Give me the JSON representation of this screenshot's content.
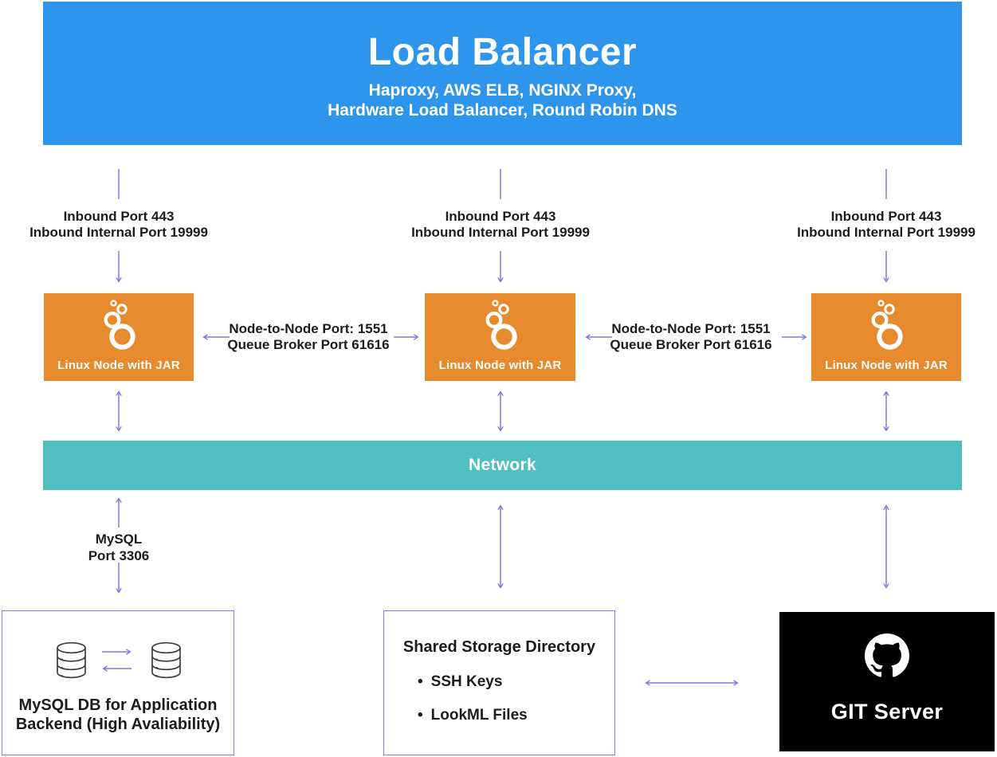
{
  "load_balancer": {
    "title": "Load Balancer",
    "subtitle1": "Haproxy, AWS ELB, NGINX Proxy,",
    "subtitle2": "Hardware Load Balancer, Round Robin DNS"
  },
  "inbound_links": [
    {
      "line1": "Inbound Port 443",
      "line2": "Inbound Internal Port 19999"
    },
    {
      "line1": "Inbound Port 443",
      "line2": "Inbound Internal Port 19999"
    },
    {
      "line1": "Inbound Port 443",
      "line2": "Inbound Internal Port 19999"
    }
  ],
  "nodes": [
    {
      "label": "Linux Node with JAR"
    },
    {
      "label": "Linux Node with JAR"
    },
    {
      "label": "Linux Node with JAR"
    }
  ],
  "node_links": [
    {
      "line1": "Node-to-Node Port: 1551",
      "line2": "Queue Broker Port 61616"
    },
    {
      "line1": "Node-to-Node Port: 1551",
      "line2": "Queue Broker Port 61616"
    }
  ],
  "network": {
    "label": "Network"
  },
  "mysql_link": {
    "line1": "MySQL",
    "line2": "Port 3306"
  },
  "mysql_db": {
    "line1": "MySQL DB for Application",
    "line2": "Backend (High Avaliability)"
  },
  "shared_storage": {
    "title": "Shared Storage Directory",
    "items": [
      "SSH Keys",
      "LookML Files"
    ]
  },
  "git_server": {
    "label": "GIT Server"
  },
  "icons": {
    "node": "looker-logo-icon",
    "database": "database-cylinder-icon",
    "git": "github-octocat-icon"
  },
  "colors": {
    "load_balancer_blue": "#2D95EC",
    "node_orange": "#E78A2D",
    "network_teal": "#50BFBF",
    "arrow_purple": "#8477E8",
    "box_border_purple": "#8A7DE9",
    "git_black": "#000000",
    "label_text": "#1C1C1C"
  }
}
